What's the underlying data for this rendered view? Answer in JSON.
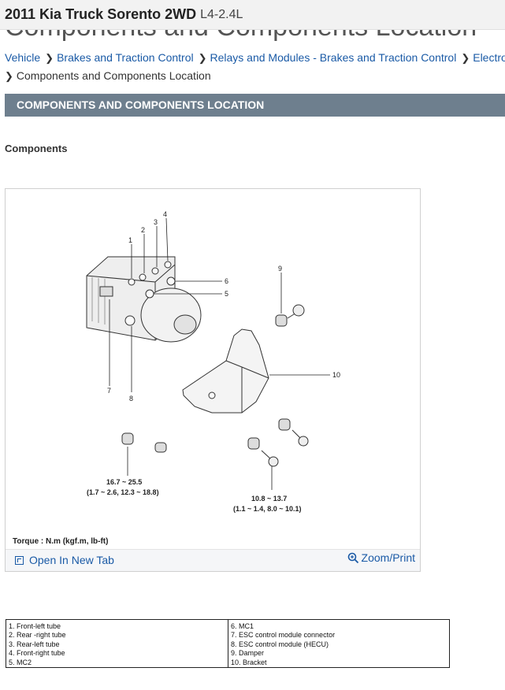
{
  "header": {
    "vehicle": "2011 Kia Truck Sorento 2WD",
    "engine": "L4-2.4L"
  },
  "page_title": "Components and Components Location",
  "breadcrumb": {
    "items": [
      "Vehicle",
      "Brakes and Traction Control",
      "Relays and Modules - Brakes and Traction Control",
      "Electronic Brake Control Module"
    ],
    "current": "Components and Components Location"
  },
  "banner": "COMPONENTS AND COMPONENTS LOCATION",
  "section": "Components",
  "figure": {
    "callouts": [
      "1",
      "2",
      "3",
      "4",
      "5",
      "6",
      "7",
      "8",
      "9",
      "10"
    ],
    "torque_left": [
      "16.7 ~ 25.5",
      "(1.7 ~ 2.6, 12.3 ~ 18.8)"
    ],
    "torque_right": [
      "10.8 ~ 13.7",
      "(1.1 ~ 1.4, 8.0 ~ 10.1)"
    ],
    "torque_note": "Torque : N.m (kgf.m, lb-ft)",
    "open_tab": "Open In New Tab",
    "zoom": "Zoom/Print"
  },
  "legend": {
    "left": [
      "1. Front-left tube",
      "2. Rear -right tube",
      "3. Rear-left tube",
      "4. Front-right tube",
      "5. MC2"
    ],
    "right": [
      "6. MC1",
      "7. ESC control module connector",
      "8. ESC control module (HECU)",
      "9. Damper",
      "10. Bracket"
    ]
  }
}
